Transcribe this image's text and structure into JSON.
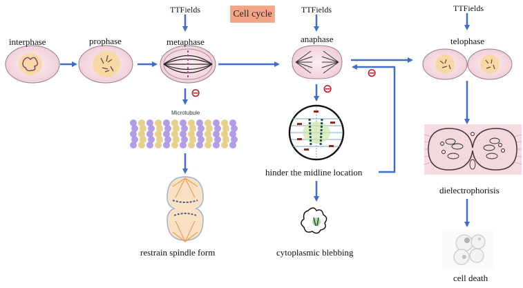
{
  "title": "Cell cycle",
  "colors": {
    "arrow": "#3f6ec6",
    "inhibit": "#c0202a",
    "cell_fill": "#f6dde3",
    "title_box": "#f4a585"
  },
  "treatment_label": "TTFields",
  "phases": [
    {
      "id": "interphase",
      "label": "interphase"
    },
    {
      "id": "prophase",
      "label": "prophase"
    },
    {
      "id": "metaphase",
      "label": "metaphase"
    },
    {
      "id": "anaphase",
      "label": "anaphase"
    },
    {
      "id": "telophase",
      "label": "telophase"
    }
  ],
  "effects": {
    "microtubule_label": "Microtubule",
    "restrain": "restrain spindle form",
    "hinder": "hinder the midline location",
    "blebbing": "cytoplasmic  blebbing",
    "dielectro": "dielectrophorisis",
    "death": "cell death"
  },
  "inhibit_symbol": "⊖"
}
